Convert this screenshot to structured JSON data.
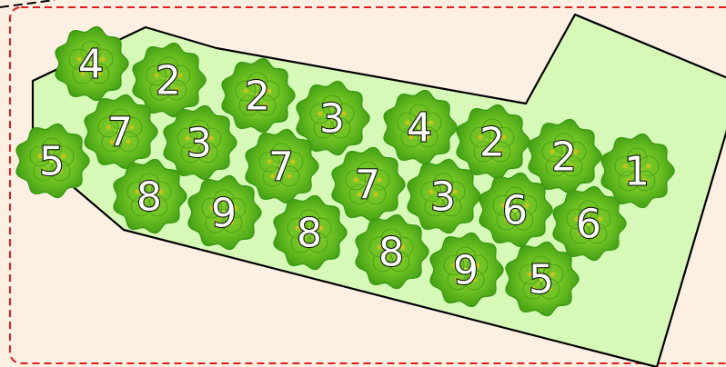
{
  "board": {
    "colors": {
      "background": "#fdf0e2",
      "frame": "#e41b1b",
      "field": "#d7f9b8",
      "field_outline": "#000000",
      "bush_dark": "#3c9a12",
      "bush_mid": "#6cc022",
      "bush_light": "#a9e03a",
      "bush_center": "#c8c419"
    },
    "bushes": [
      {
        "label": "4"
      },
      {
        "label": "2"
      },
      {
        "label": "2"
      },
      {
        "label": "3"
      },
      {
        "label": "4"
      },
      {
        "label": "2"
      },
      {
        "label": "2"
      },
      {
        "label": "1"
      },
      {
        "label": "5"
      },
      {
        "label": "7"
      },
      {
        "label": "3"
      },
      {
        "label": "7"
      },
      {
        "label": "7"
      },
      {
        "label": "3"
      },
      {
        "label": "6"
      },
      {
        "label": "6"
      },
      {
        "label": "8"
      },
      {
        "label": "9"
      },
      {
        "label": "8"
      },
      {
        "label": "8"
      },
      {
        "label": "9"
      },
      {
        "label": "5"
      }
    ]
  }
}
